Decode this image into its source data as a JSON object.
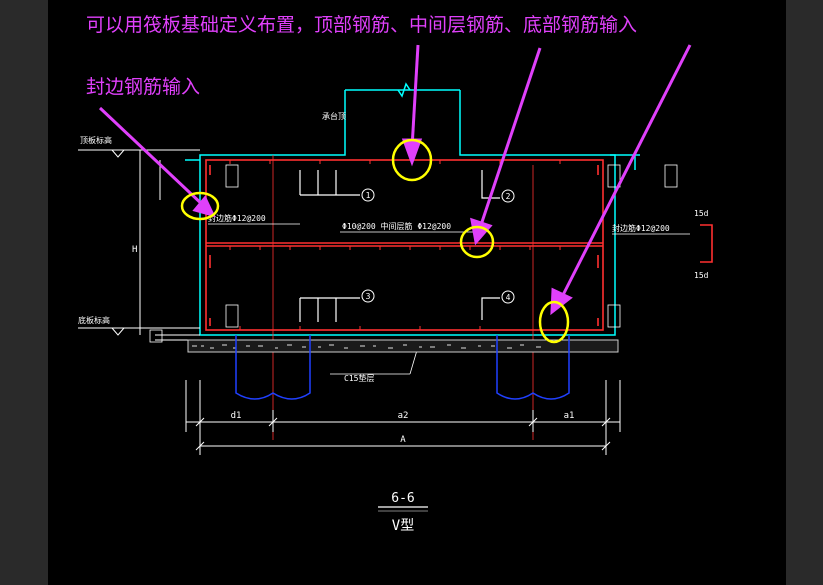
{
  "annotations": {
    "line1": "可以用筏板基础定义布置，顶部钢筋、中间层钢筋、底部钢筋输入",
    "line2": "封边钢筋输入"
  },
  "drawing": {
    "section_title": "6-6",
    "section_type": "V型",
    "rebar_numbers": [
      "1",
      "2",
      "3",
      "4"
    ],
    "dimension_labels": {
      "d1": "d1",
      "a2": "a2",
      "a1": "a1",
      "A": "A",
      "H": "H",
      "lap_top": "15d",
      "lap_bottom": "15d"
    },
    "small_labels": [
      "顶板标高",
      "底板标高",
      "承台顶",
      "C15垫层"
    ],
    "rebar_callouts": {
      "left_edge": "封边筋Φ12@200",
      "middle": "Φ10@200 中间层筋 Φ12@200",
      "right_edge": "封边筋Φ12@200"
    }
  },
  "colors": {
    "annotation": "#e040fb",
    "highlight": "#ffff00",
    "wall": "#00ffff",
    "rebar": "#ff3030",
    "pile": "#2040ff",
    "dim": "#ffffff"
  }
}
